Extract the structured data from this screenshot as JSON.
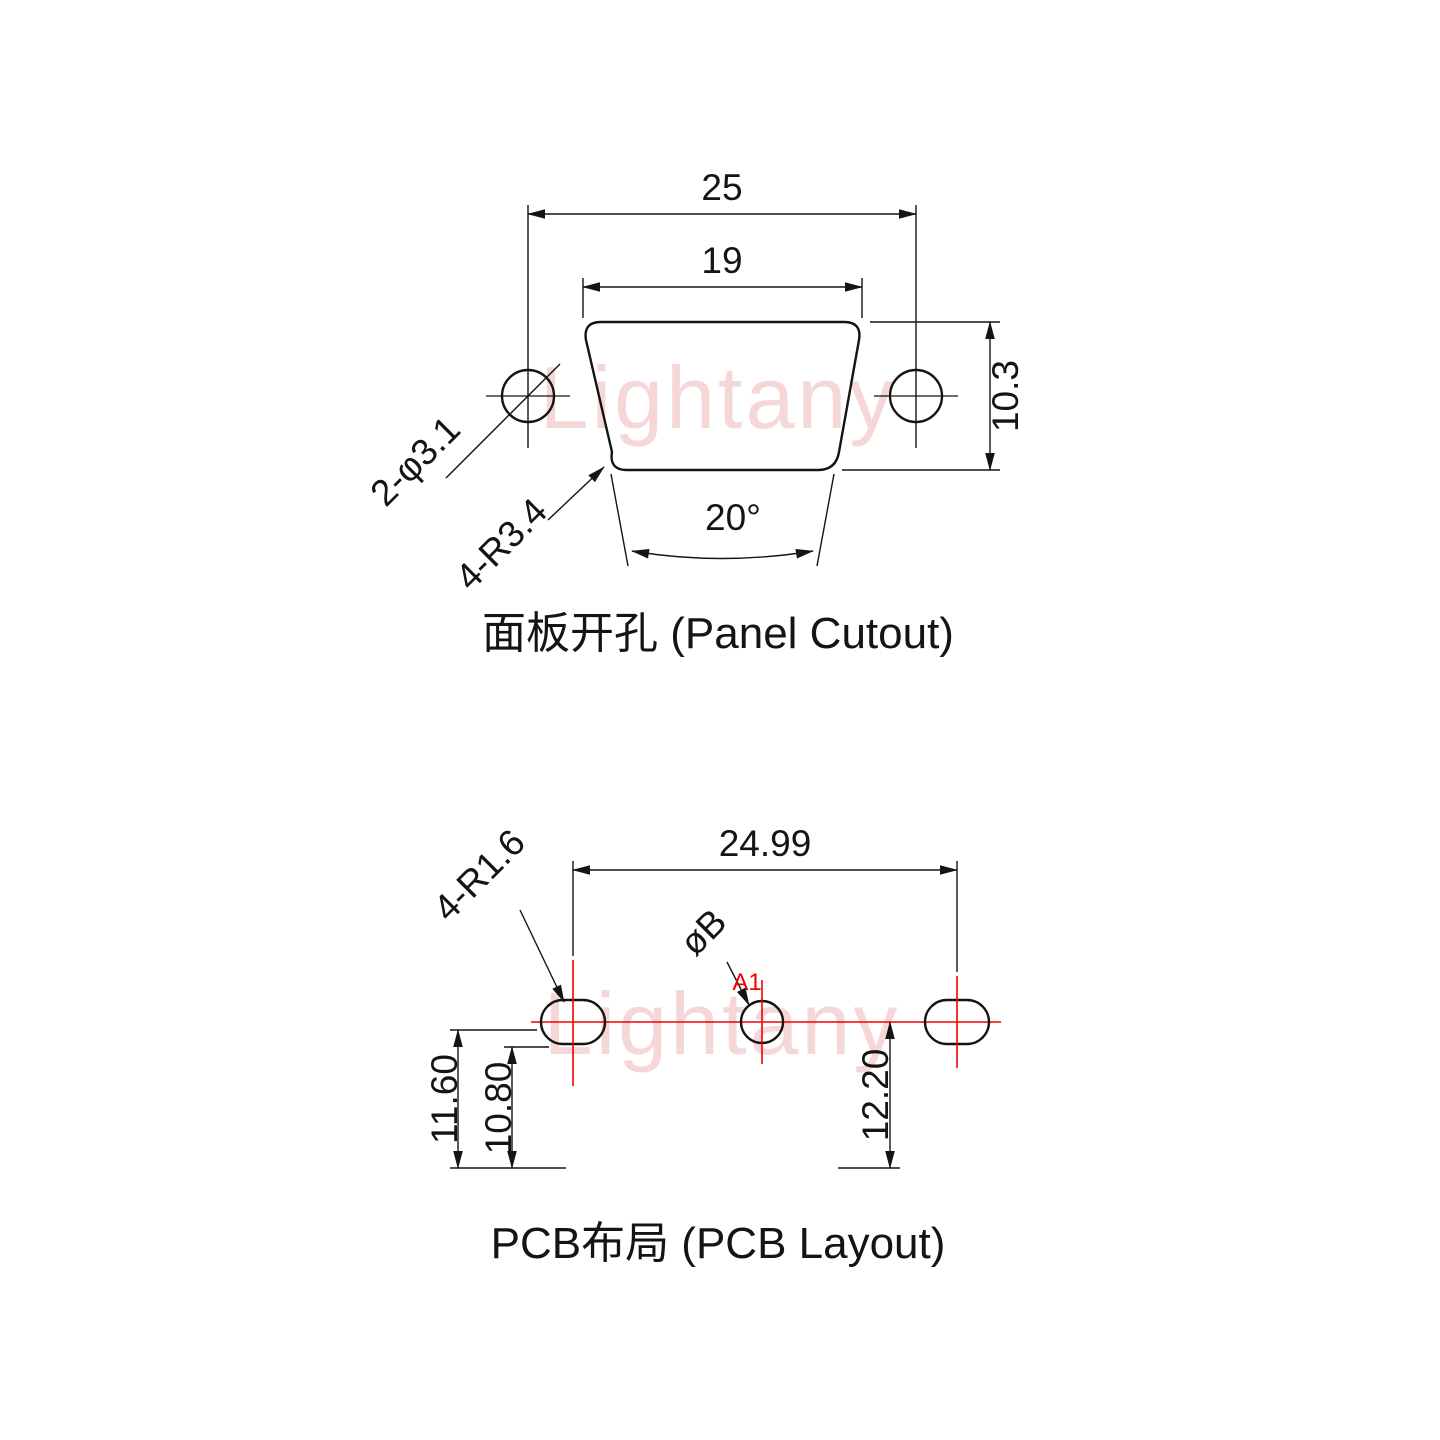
{
  "watermark": {
    "text": "Lightany"
  },
  "panel_cutout": {
    "title": "面板开孔 (Panel Cutout)",
    "dim_outer_width": "25",
    "dim_inner_width": "19",
    "dim_height": "10.3",
    "label_holes": "2-φ3.1",
    "label_corner_radius": "4-R3.4",
    "label_angle": "20°"
  },
  "pcb_layout": {
    "title": "PCB布局 (PCB Layout)",
    "dim_pitch": "24.99",
    "label_slot_radius": "4-R1.6",
    "label_hole_diameter": "øB",
    "label_pin": "A1",
    "dim_left_outer": "11.60",
    "dim_left_inner": "10.80",
    "dim_right": "12.20"
  },
  "colors": {
    "line": "#141414",
    "accent_red": "#f00000",
    "watermark_pink": "#ecb0b0"
  }
}
